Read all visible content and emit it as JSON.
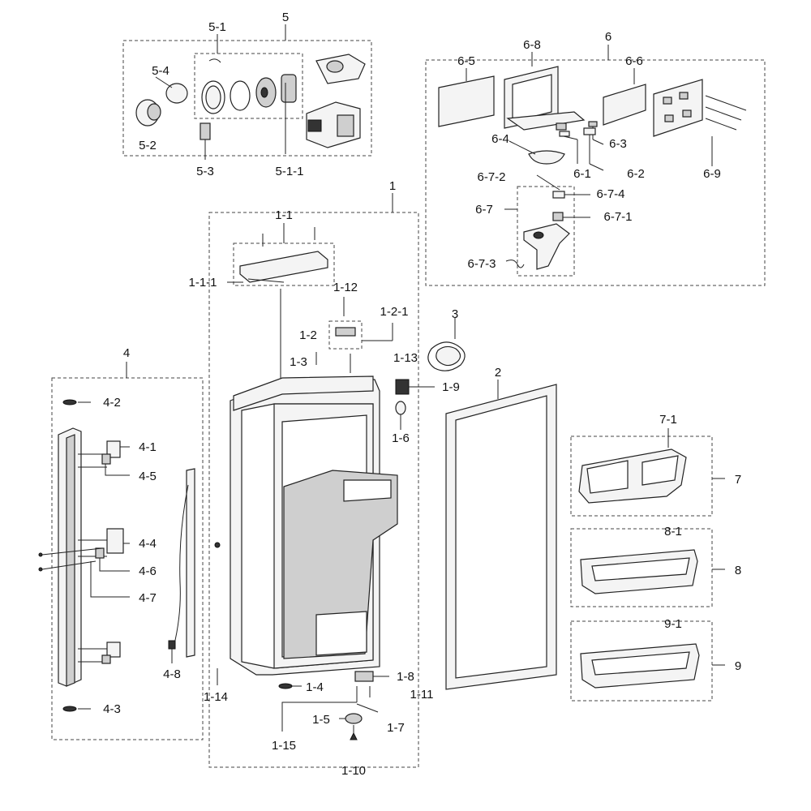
{
  "labels": {
    "l1": "1",
    "l1_1": "1-1",
    "l1_1_1": "1-1-1",
    "l1_12": "1-12",
    "l1_2": "1-2",
    "l1_2_1": "1-2-1",
    "l1_3": "1-3",
    "l1_13": "1-13",
    "l1_9": "1-9",
    "l1_6": "1-6",
    "l1_14": "1-14",
    "l1_4": "1-4",
    "l1_8": "1-8",
    "l1_11": "1-11",
    "l1_5": "1-5",
    "l1_7": "1-7",
    "l1_15": "1-15",
    "l1_10": "1-10",
    "l2": "2",
    "l3": "3",
    "l4": "4",
    "l4_1": "4-1",
    "l4_2": "4-2",
    "l4_3": "4-3",
    "l4_4": "4-4",
    "l4_5": "4-5",
    "l4_6": "4-6",
    "l4_7": "4-7",
    "l4_8": "4-8",
    "l5": "5",
    "l5_1": "5-1",
    "l5_1_1": "5-1-1",
    "l5_2": "5-2",
    "l5_3": "5-3",
    "l5_4": "5-4",
    "l6": "6",
    "l6_1": "6-1",
    "l6_2": "6-2",
    "l6_3": "6-3",
    "l6_4": "6-4",
    "l6_5": "6-5",
    "l6_6": "6-6",
    "l6_7": "6-7",
    "l6_7_1": "6-7-1",
    "l6_7_2": "6-7-2",
    "l6_7_3": "6-7-3",
    "l6_7_4": "6-7-4",
    "l6_8": "6-8",
    "l6_9": "6-9",
    "l7": "7",
    "l7_1": "7-1",
    "l8": "8",
    "l8_1": "8-1",
    "l9": "9",
    "l9_1": "9-1"
  }
}
